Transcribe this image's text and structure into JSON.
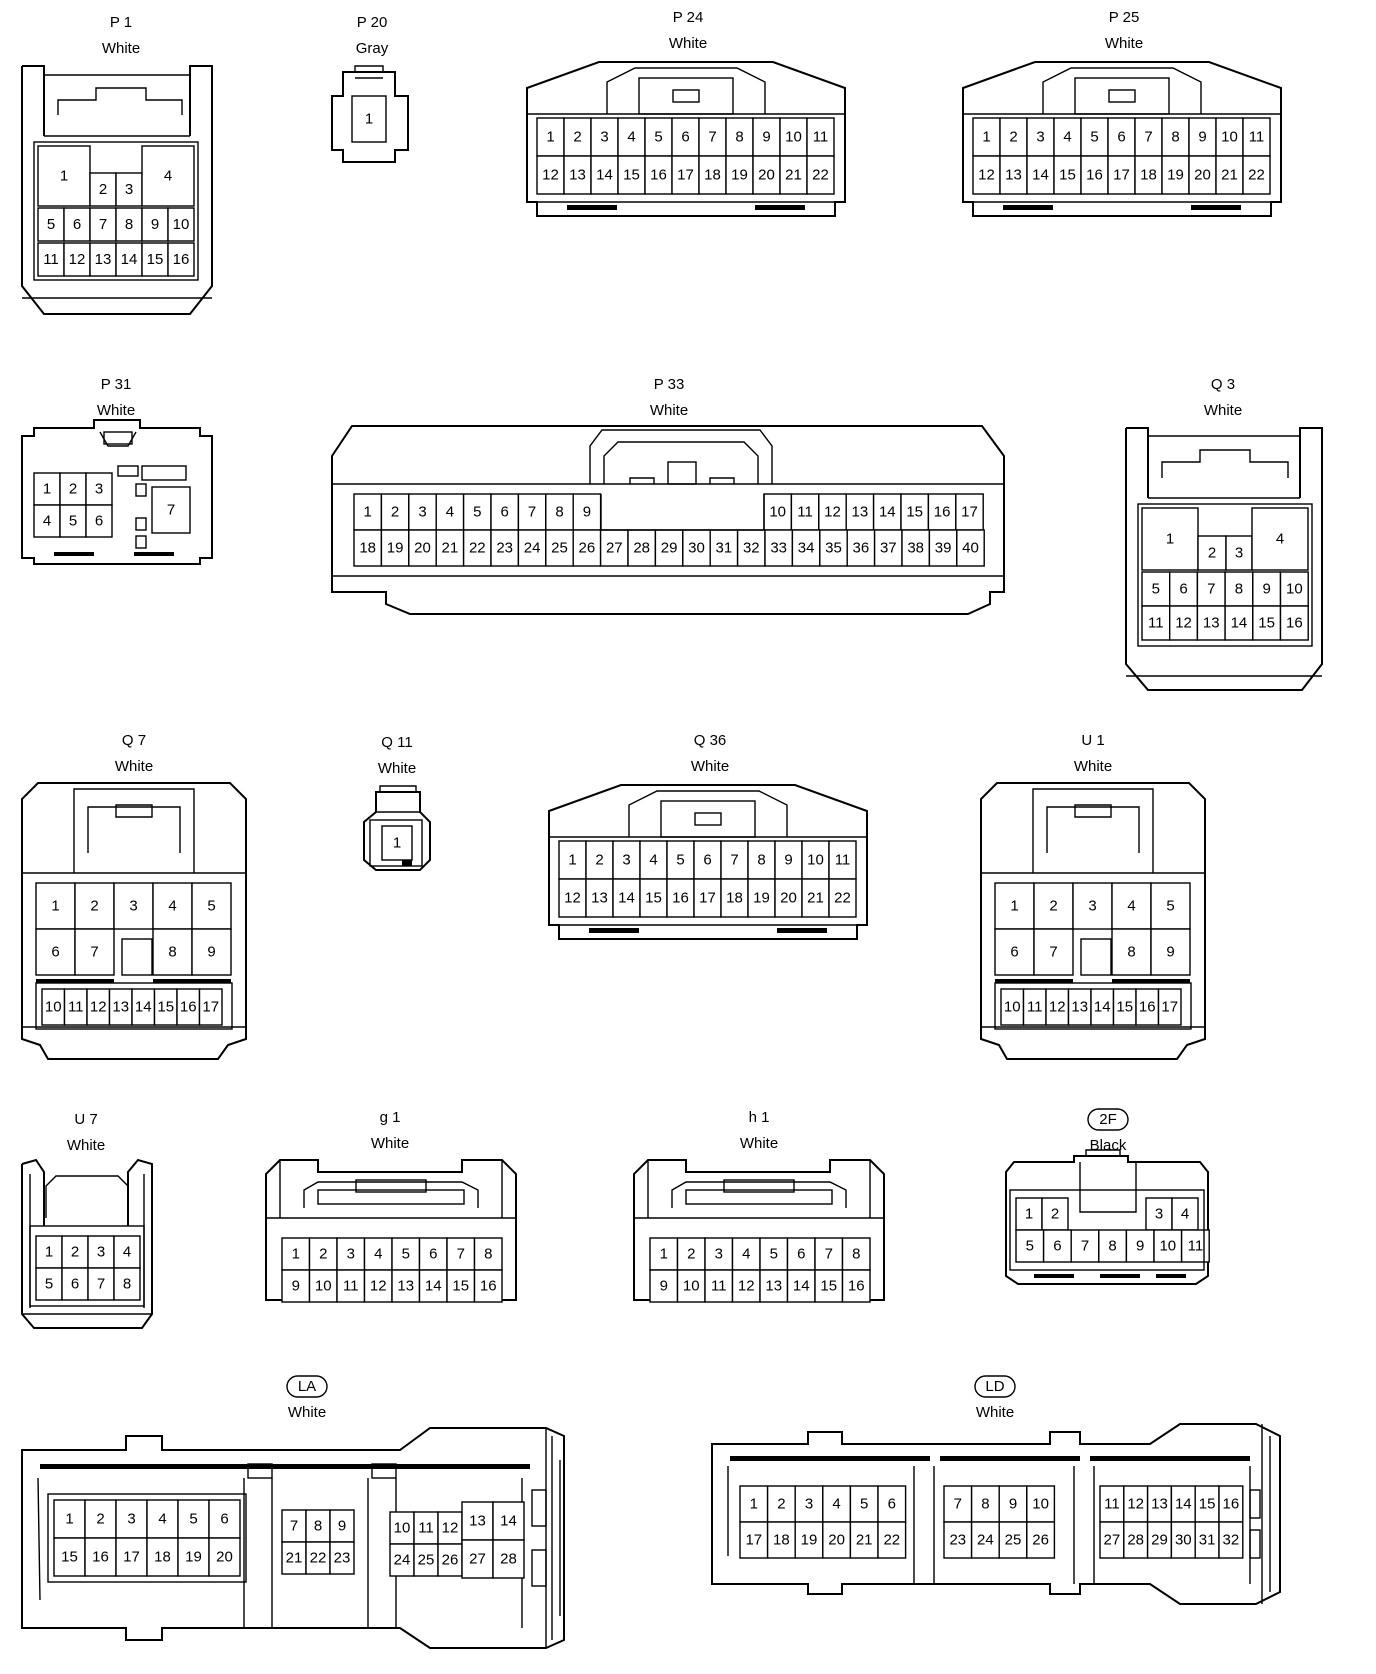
{
  "connectors": [
    {
      "id": "p1",
      "name": "P 1",
      "color": "White",
      "badge": false,
      "pins": [
        "1",
        "2",
        "3",
        "4",
        "5",
        "6",
        "7",
        "8",
        "9",
        "10",
        "11",
        "12",
        "13",
        "14",
        "15",
        "16"
      ]
    },
    {
      "id": "p20",
      "name": "P 20",
      "color": "Gray",
      "badge": false,
      "pins": [
        "1"
      ]
    },
    {
      "id": "p24",
      "name": "P 24",
      "color": "White",
      "badge": false,
      "pins": [
        "1",
        "2",
        "3",
        "4",
        "5",
        "6",
        "7",
        "8",
        "9",
        "10",
        "11",
        "12",
        "13",
        "14",
        "15",
        "16",
        "17",
        "18",
        "19",
        "20",
        "21",
        "22"
      ]
    },
    {
      "id": "p25",
      "name": "P 25",
      "color": "White",
      "badge": false,
      "pins": [
        "1",
        "2",
        "3",
        "4",
        "5",
        "6",
        "7",
        "8",
        "9",
        "10",
        "11",
        "12",
        "13",
        "14",
        "15",
        "16",
        "17",
        "18",
        "19",
        "20",
        "21",
        "22"
      ]
    },
    {
      "id": "p31",
      "name": "P 31",
      "color": "White",
      "badge": false,
      "pins": [
        "1",
        "2",
        "3",
        "4",
        "5",
        "6",
        "7"
      ]
    },
    {
      "id": "p33",
      "name": "P 33",
      "color": "White",
      "badge": false,
      "pins": [
        "1",
        "2",
        "3",
        "4",
        "5",
        "6",
        "7",
        "8",
        "9",
        "10",
        "11",
        "12",
        "13",
        "14",
        "15",
        "16",
        "17",
        "18",
        "19",
        "20",
        "21",
        "22",
        "23",
        "24",
        "25",
        "26",
        "27",
        "28",
        "29",
        "30",
        "31",
        "32",
        "33",
        "34",
        "35",
        "36",
        "37",
        "38",
        "39",
        "40"
      ]
    },
    {
      "id": "q3",
      "name": "Q 3",
      "color": "White",
      "badge": false,
      "pins": [
        "1",
        "2",
        "3",
        "4",
        "5",
        "6",
        "7",
        "8",
        "9",
        "10",
        "11",
        "12",
        "13",
        "14",
        "15",
        "16"
      ]
    },
    {
      "id": "q7",
      "name": "Q 7",
      "color": "White",
      "badge": false,
      "pins": [
        "1",
        "2",
        "3",
        "4",
        "5",
        "6",
        "7",
        "8",
        "9",
        "10",
        "11",
        "12",
        "13",
        "14",
        "15",
        "16",
        "17"
      ]
    },
    {
      "id": "q11",
      "name": "Q 11",
      "color": "White",
      "badge": false,
      "pins": [
        "1"
      ]
    },
    {
      "id": "q36",
      "name": "Q 36",
      "color": "White",
      "badge": false,
      "pins": [
        "1",
        "2",
        "3",
        "4",
        "5",
        "6",
        "7",
        "8",
        "9",
        "10",
        "11",
        "12",
        "13",
        "14",
        "15",
        "16",
        "17",
        "18",
        "19",
        "20",
        "21",
        "22"
      ]
    },
    {
      "id": "u1",
      "name": "U 1",
      "color": "White",
      "badge": false,
      "pins": [
        "1",
        "2",
        "3",
        "4",
        "5",
        "6",
        "7",
        "8",
        "9",
        "10",
        "11",
        "12",
        "13",
        "14",
        "15",
        "16",
        "17"
      ]
    },
    {
      "id": "u7",
      "name": "U 7",
      "color": "White",
      "badge": false,
      "pins": [
        "1",
        "2",
        "3",
        "4",
        "5",
        "6",
        "7",
        "8"
      ]
    },
    {
      "id": "g1",
      "name": "g 1",
      "color": "White",
      "badge": false,
      "pins": [
        "1",
        "2",
        "3",
        "4",
        "5",
        "6",
        "7",
        "8",
        "9",
        "10",
        "11",
        "12",
        "13",
        "14",
        "15",
        "16"
      ]
    },
    {
      "id": "h1",
      "name": "h 1",
      "color": "White",
      "badge": false,
      "pins": [
        "1",
        "2",
        "3",
        "4",
        "5",
        "6",
        "7",
        "8",
        "9",
        "10",
        "11",
        "12",
        "13",
        "14",
        "15",
        "16"
      ]
    },
    {
      "id": "c2f",
      "name": "2F",
      "color": "Black",
      "badge": true,
      "pins": [
        "1",
        "2",
        "3",
        "4",
        "5",
        "6",
        "7",
        "8",
        "9",
        "10",
        "11"
      ]
    },
    {
      "id": "la",
      "name": "LA",
      "color": "White",
      "badge": true,
      "pins": [
        "1",
        "2",
        "3",
        "4",
        "5",
        "6",
        "7",
        "8",
        "9",
        "10",
        "11",
        "12",
        "13",
        "14",
        "15",
        "16",
        "17",
        "18",
        "19",
        "20",
        "21",
        "22",
        "23",
        "24",
        "25",
        "26",
        "27",
        "28"
      ]
    },
    {
      "id": "ld",
      "name": "LD",
      "color": "White",
      "badge": true,
      "pins": [
        "1",
        "2",
        "3",
        "4",
        "5",
        "6",
        "7",
        "8",
        "9",
        "10",
        "11",
        "12",
        "13",
        "14",
        "15",
        "16",
        "17",
        "18",
        "19",
        "20",
        "21",
        "22",
        "23",
        "24",
        "25",
        "26",
        "27",
        "28",
        "29",
        "30",
        "31",
        "32"
      ]
    }
  ]
}
